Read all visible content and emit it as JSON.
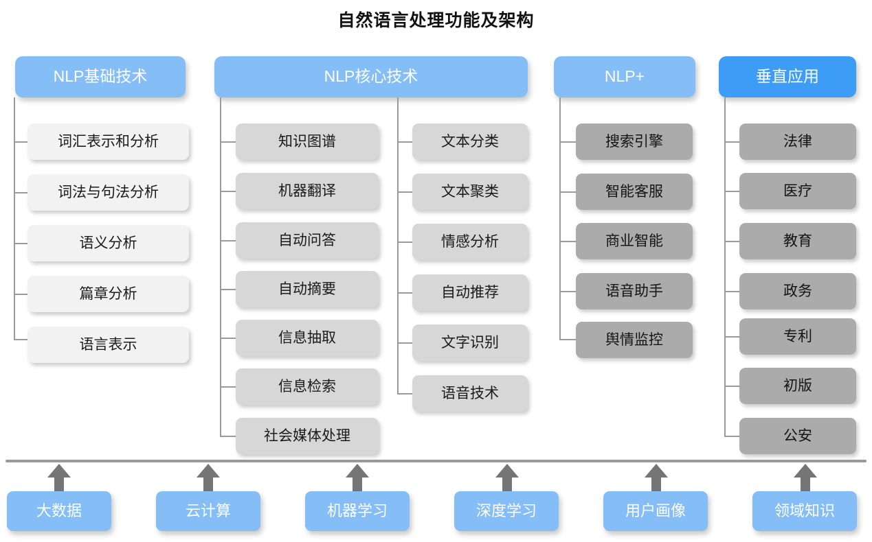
{
  "title": "自然语言处理功能及架构",
  "colors": {
    "header_blue": "#85bdf6",
    "accent_blue": "#3d9df6",
    "leaf_light": "#f2f2f2",
    "leaf_medium": "#d7d7d7",
    "leaf_dark": "#ababab",
    "connector_gray": "#9a9a9a",
    "arrow_gray": "#757575",
    "title_color": "#111111"
  },
  "columns": [
    {
      "id": "nlp-basic",
      "header": "NLP基础技术",
      "header_style": "light-blue",
      "leaf_style": "light",
      "items": [
        "词汇表示和分析",
        "词法与句法分析",
        "语义分析",
        "篇章分析",
        "语言表示"
      ]
    },
    {
      "id": "nlp-core",
      "header": "NLP核心技术",
      "header_style": "light-blue",
      "leaf_style": "medium",
      "items_left": [
        "知识图谱",
        "机器翻译",
        "自动问答",
        "自动摘要",
        "信息抽取",
        "信息检索",
        "社会媒体处理"
      ],
      "items_right": [
        "文本分类",
        "文本聚类",
        "情感分析",
        "自动推荐",
        "文字识别",
        "语音技术"
      ]
    },
    {
      "id": "nlp-plus",
      "header": "NLP+",
      "header_style": "light-blue",
      "leaf_style": "dark",
      "items": [
        "搜索引擎",
        "智能客服",
        "商业智能",
        "语音助手",
        "舆情监控"
      ]
    },
    {
      "id": "vertical-app",
      "header": "垂直应用",
      "header_style": "accent-blue",
      "leaf_style": "dark",
      "items": [
        "法律",
        "医疗",
        "教育",
        "政务",
        "专利",
        "初版",
        "公安"
      ]
    }
  ],
  "foundation": {
    "items": [
      "大数据",
      "云计算",
      "机器学习",
      "深度学习",
      "用户画像",
      "领域知识"
    ]
  }
}
